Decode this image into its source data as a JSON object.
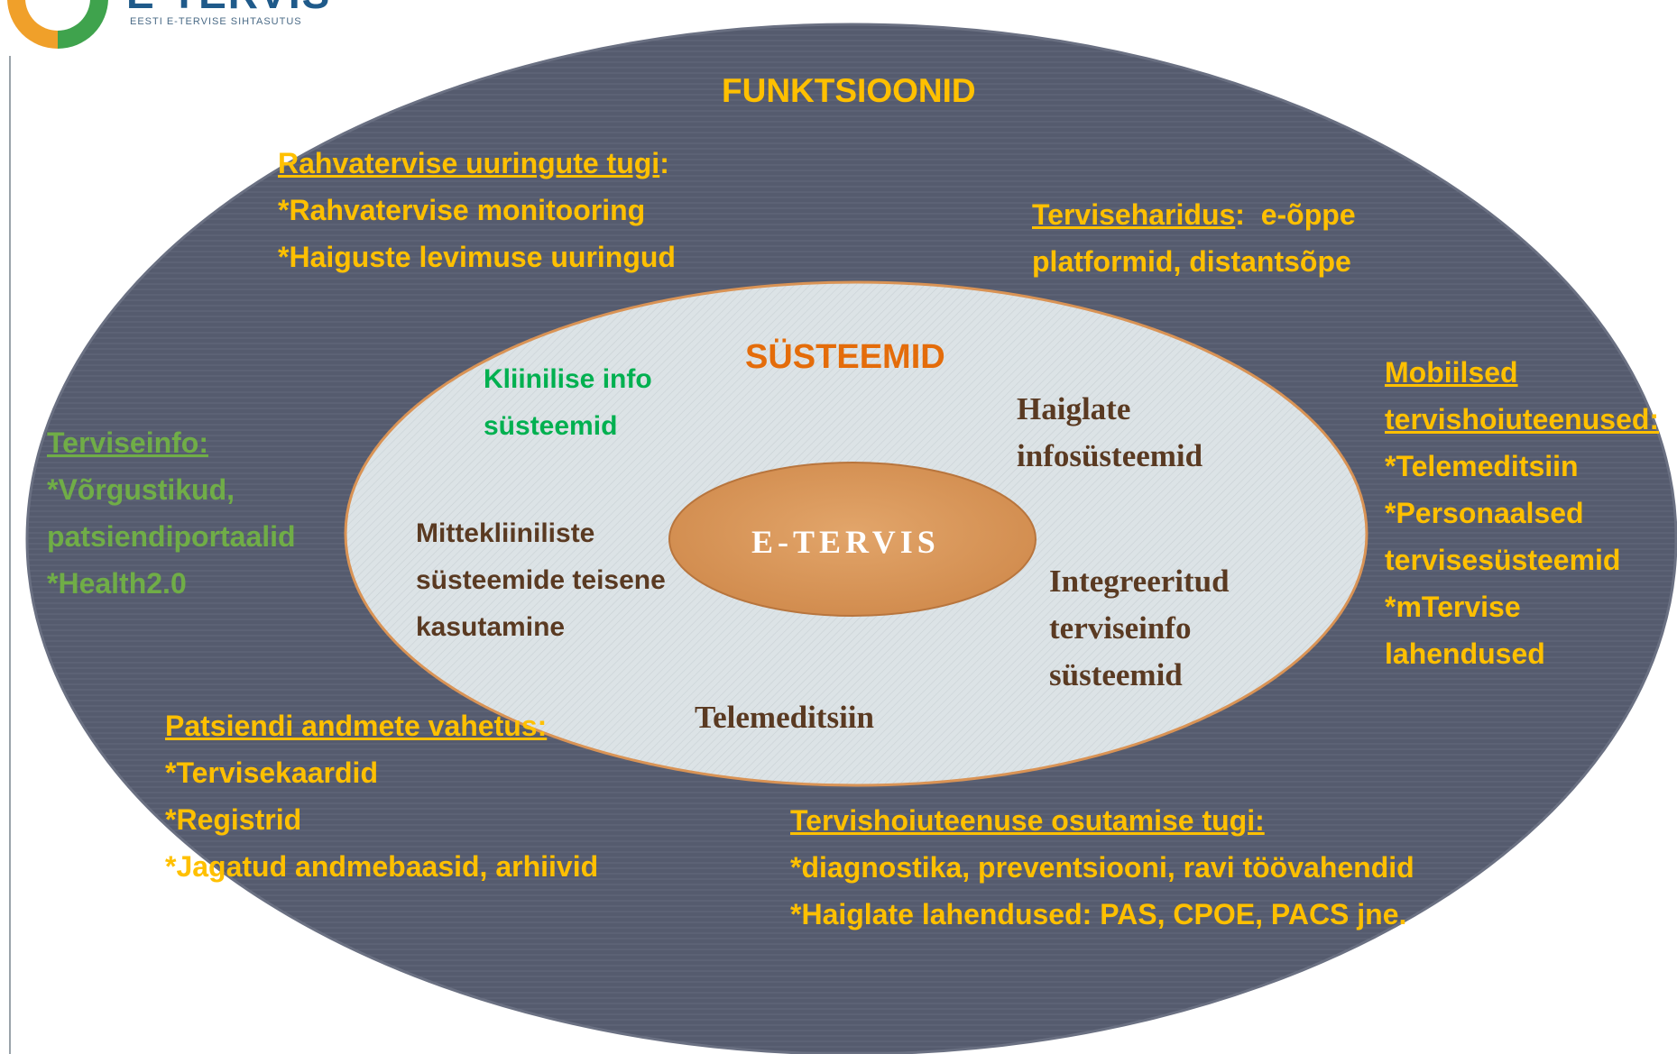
{
  "logo": {
    "title": "E-TERVIS",
    "subtitle": "EESTI E-TERVISE SIHTASUTUS"
  },
  "colors": {
    "outer_fill": "#555b6e",
    "inner_fill": "#dce3e6",
    "core_fill": "#d99355",
    "label_orange": "#ffc000",
    "label_green": "#70ad47",
    "inner_green": "#00b050",
    "inner_brown": "#5a3a22",
    "inner_title": "#e46c0a"
  },
  "outer": {
    "title": "FUNKTSIOONID",
    "public_health": {
      "heading": "Rahvatervise uuringute tugi",
      "heading_suffix": ":",
      "items": [
        "*Rahvatervise monitooring",
        "*Haiguste levimuse uuringud"
      ]
    },
    "health_education": {
      "heading": "Terviseharidus",
      "line1_rest": ":  e-õppe",
      "line2": "platformid, distantsõpe"
    },
    "health_info": {
      "heading": "Terviseinfo:",
      "items": [
        "*Võrgustikud,",
        "patsiendiportaalid",
        "*Health2.0"
      ]
    },
    "mobile_services": {
      "heading_lines": [
        "Mobiilsed",
        "tervishoiuteenused:"
      ],
      "items": [
        "*Telemeditsiin",
        "*Personaalsed",
        "tervisesüsteemid",
        "*mTervise",
        "lahendused"
      ]
    },
    "patient_data_exchange": {
      "heading": "Patsiendi andmete vahetus:",
      "items": [
        "*Tervisekaardid",
        "*Registrid",
        "*Jagatud andmebaasid, arhiivid"
      ]
    },
    "care_support": {
      "heading": "Tervishoiuteenuse osutamise tugi:",
      "items": [
        "*diagnostika, preventsiooni, ravi töövahendid",
        "*Haiglate lahendused: PAS, CPOE, PACS jne."
      ]
    }
  },
  "inner": {
    "title": "SÜSTEEMID",
    "clinical": [
      "Kliinilise info",
      "süsteemid"
    ],
    "hospital": [
      "Haiglate",
      "infosüsteemid"
    ],
    "nonclinical": [
      "Mittekliiniliste",
      "süsteemide teisene",
      "kasutamine"
    ],
    "integrated": [
      "Integreeritud",
      "terviseinfo",
      "süsteemid"
    ],
    "telemedicine": "Telemeditsiin"
  },
  "core": {
    "label": "E-TERVIS"
  }
}
